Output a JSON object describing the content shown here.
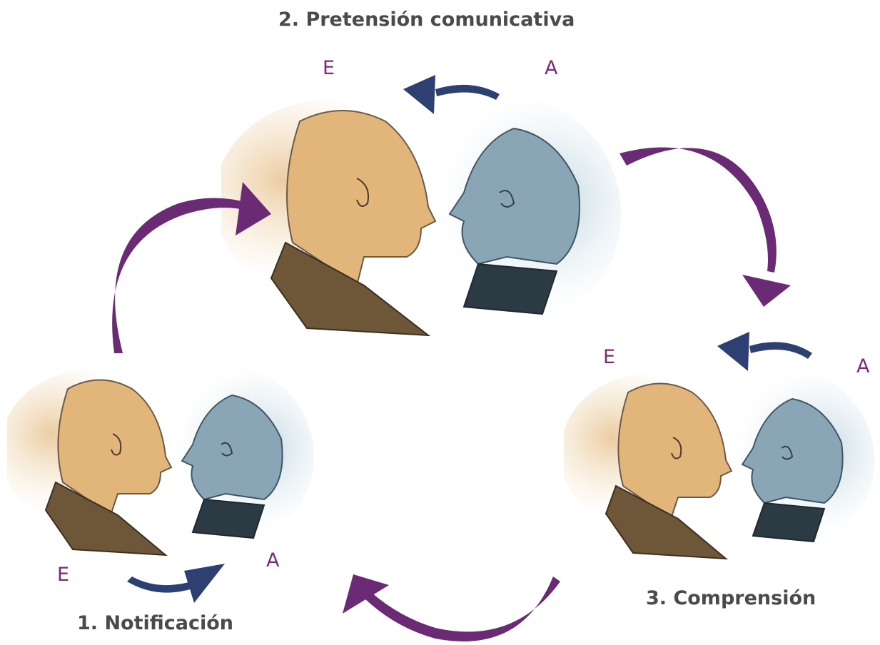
{
  "stages": [
    {
      "number_title": "2. Pretensión comunicativa",
      "sender": "E",
      "receiver": "A"
    },
    {
      "number_title": "3. Comprensión",
      "sender": "E",
      "receiver": "A"
    },
    {
      "number_title": "1. Notificación",
      "sender": "E",
      "receiver": "A"
    }
  ],
  "colors": {
    "cycle_arrow": "#6b2a74",
    "exchange_arrow": "#2e3f72",
    "label_letter": "#7a2c78",
    "title_text": "#4a4a4a",
    "head_e": "#d9a45a",
    "head_a": "#6f8fa3"
  }
}
